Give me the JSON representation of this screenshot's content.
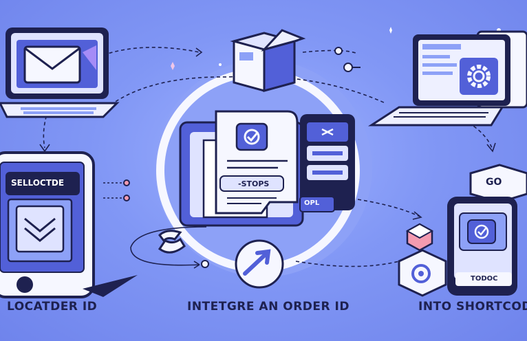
{
  "captions": {
    "left": "LOCATDER ID",
    "center": "INTETGRE AN ORDER ID",
    "right": "INTO SHORTCODE"
  },
  "labels": {
    "phone_left_header": "SELLOCTDE",
    "center_button": "-STOPS",
    "center_small_button": "OPL",
    "phone_right_footer": "TODOC",
    "box_right": "GO"
  },
  "colors": {
    "background": "#7b8ff0",
    "dark": "#1e2150",
    "accent": "#5260d8",
    "light": "#eef0ff",
    "pink": "#f39bb0"
  },
  "icons": [
    "envelope-icon",
    "package-box-icon",
    "laptop-icon",
    "gear-icon",
    "checkbox-icon",
    "close-icon",
    "refresh-icon",
    "target-icon"
  ]
}
